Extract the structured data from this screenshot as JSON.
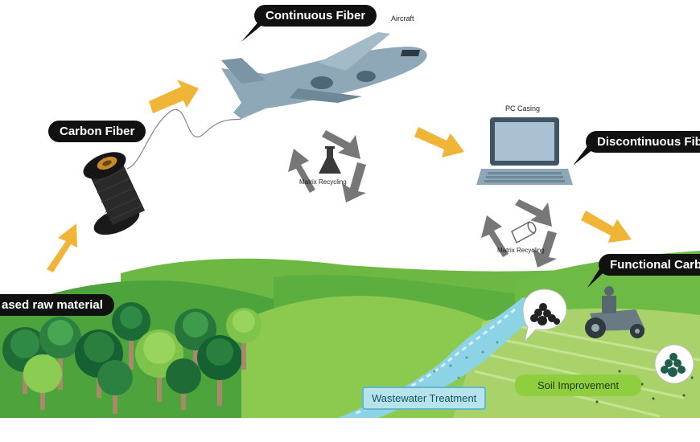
{
  "callouts": {
    "continuous_fiber": "Continuous Fiber",
    "carbon_fiber": "Carbon Fiber",
    "discontinuous_fiber": "Discontinuous Fibe",
    "functional_carbon": "Functional Carbo",
    "raw_material": "ased raw material"
  },
  "labels": {
    "aircraft": "Aircraft",
    "pc_casing": "PC Casing",
    "matrix_recycling_1": "Matrix Recycling",
    "matrix_recycling_2": "Matrix Recycling"
  },
  "pills": {
    "wastewater": "Wastewater Treatment",
    "soil": "Soil Improvement"
  },
  "colors": {
    "arrow": "#f0b537",
    "hill_dark": "#3f9a3a",
    "hill_light": "#7cc64a",
    "river": "#8dd3e6",
    "recycle_arrow": "#777777"
  }
}
